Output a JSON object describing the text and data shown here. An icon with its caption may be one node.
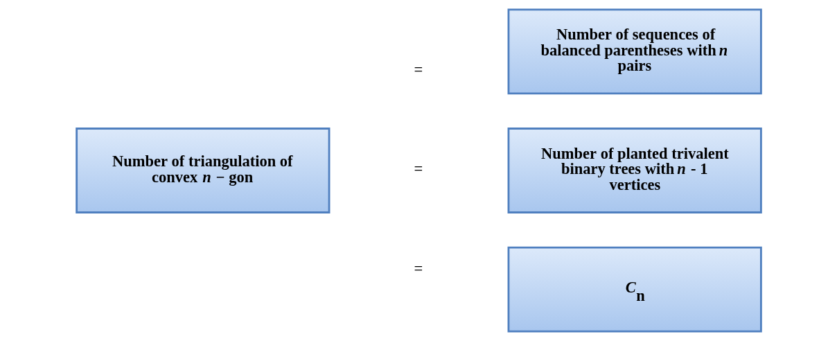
{
  "diagram": {
    "nodes": [
      {
        "text": [
          "Number of triangulation of convex *n* − gon"
        ]
      },
      {
        "text": [
          "Number of sequences of balanced parentheses with *n* pairs"
        ]
      },
      {
        "text": [
          "Number of planted trivalent binary trees with *n* - 1 vertices"
        ]
      },
      {
        "text": [
          "*C*$_{n}$"
        ]
      }
    ],
    "edges": [],
    "labels": [
      "=",
      "=",
      "="
    ]
  }
}
